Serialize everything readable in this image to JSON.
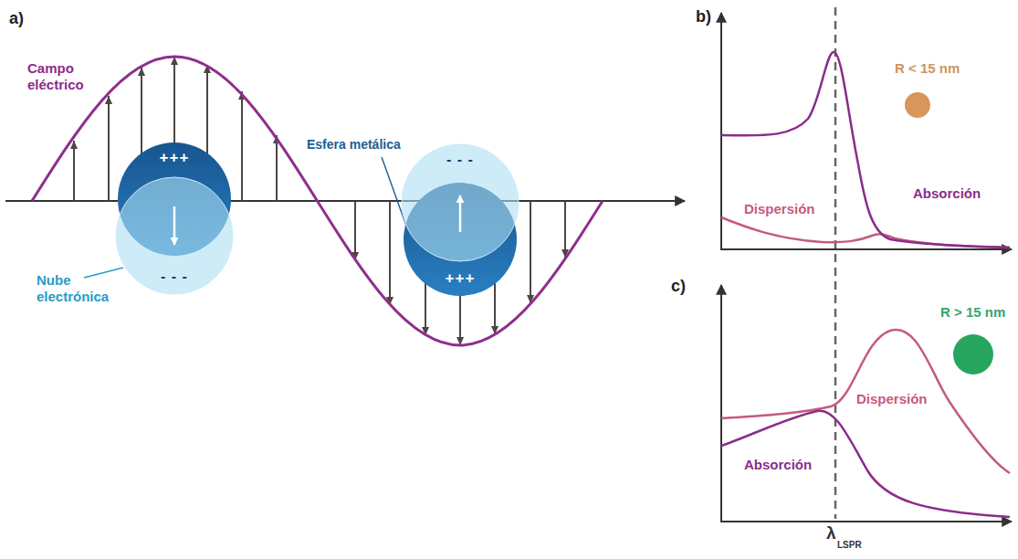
{
  "diagram": {
    "nodes": [
      {
        "text": [
          "+++",
          "- - -"
        ]
      },
      {
        "text": [
          "- - -",
          "+++"
        ]
      }
    ],
    "labels": [
      "a)",
      "Campo eléctrico",
      "Esfera metálica",
      "Nube electrónica",
      "b)",
      "R < 15 nm",
      "Dispersión",
      "Absorción",
      "c)",
      "R > 15 nm",
      "Dispersión",
      "Absorción",
      "λ",
      "LSPR"
    ]
  }
}
